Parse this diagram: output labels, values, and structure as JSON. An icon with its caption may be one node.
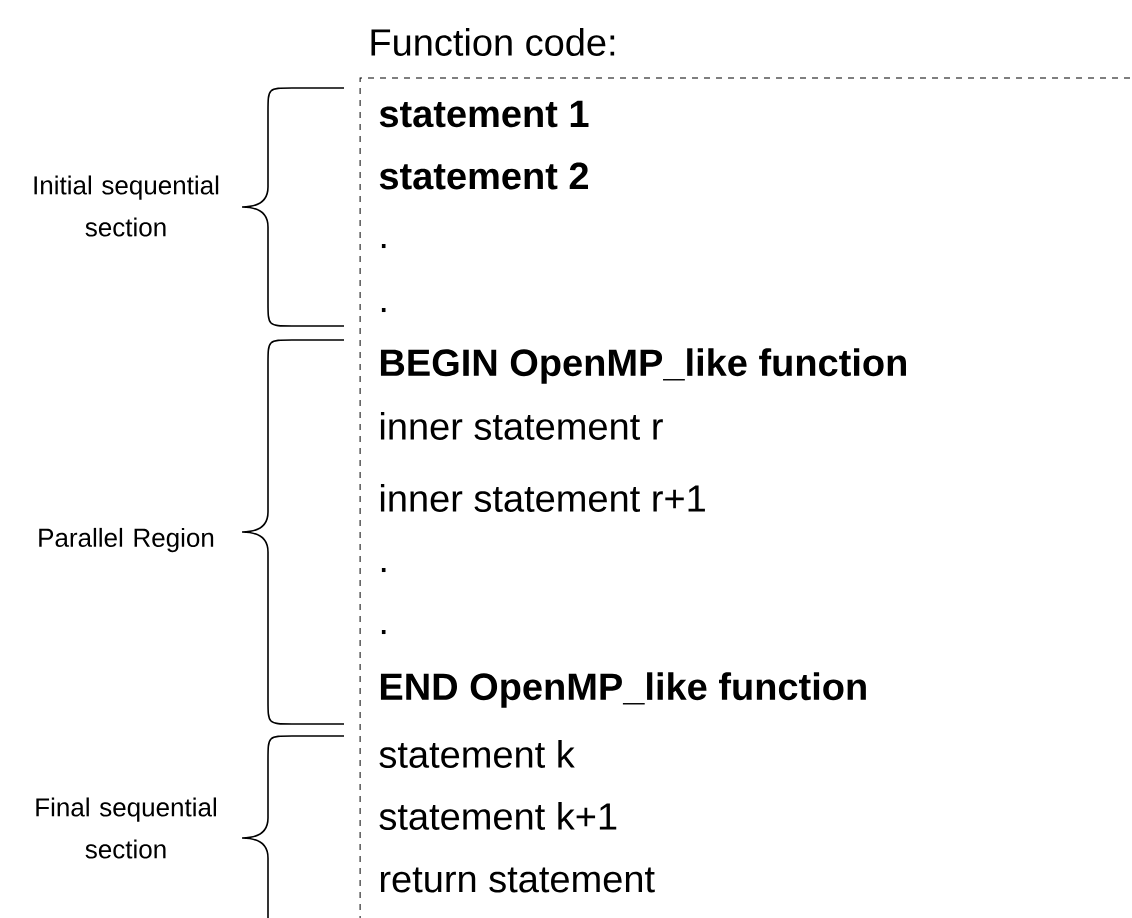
{
  "diagram": {
    "title": "Function code:",
    "nodes": [
      {
        "text": [
          "statement 1",
          "statement 2",
          ".",
          ".",
          "BEGIN OpenMP_like function",
          "inner statement r",
          "inner statement r+1",
          ".",
          ".",
          "END OpenMP_like function",
          "statement k",
          "statement k+1",
          "return statement"
        ]
      }
    ],
    "labels": [
      "Initial sequential section",
      "Parallel Region",
      "Final sequential section"
    ]
  }
}
